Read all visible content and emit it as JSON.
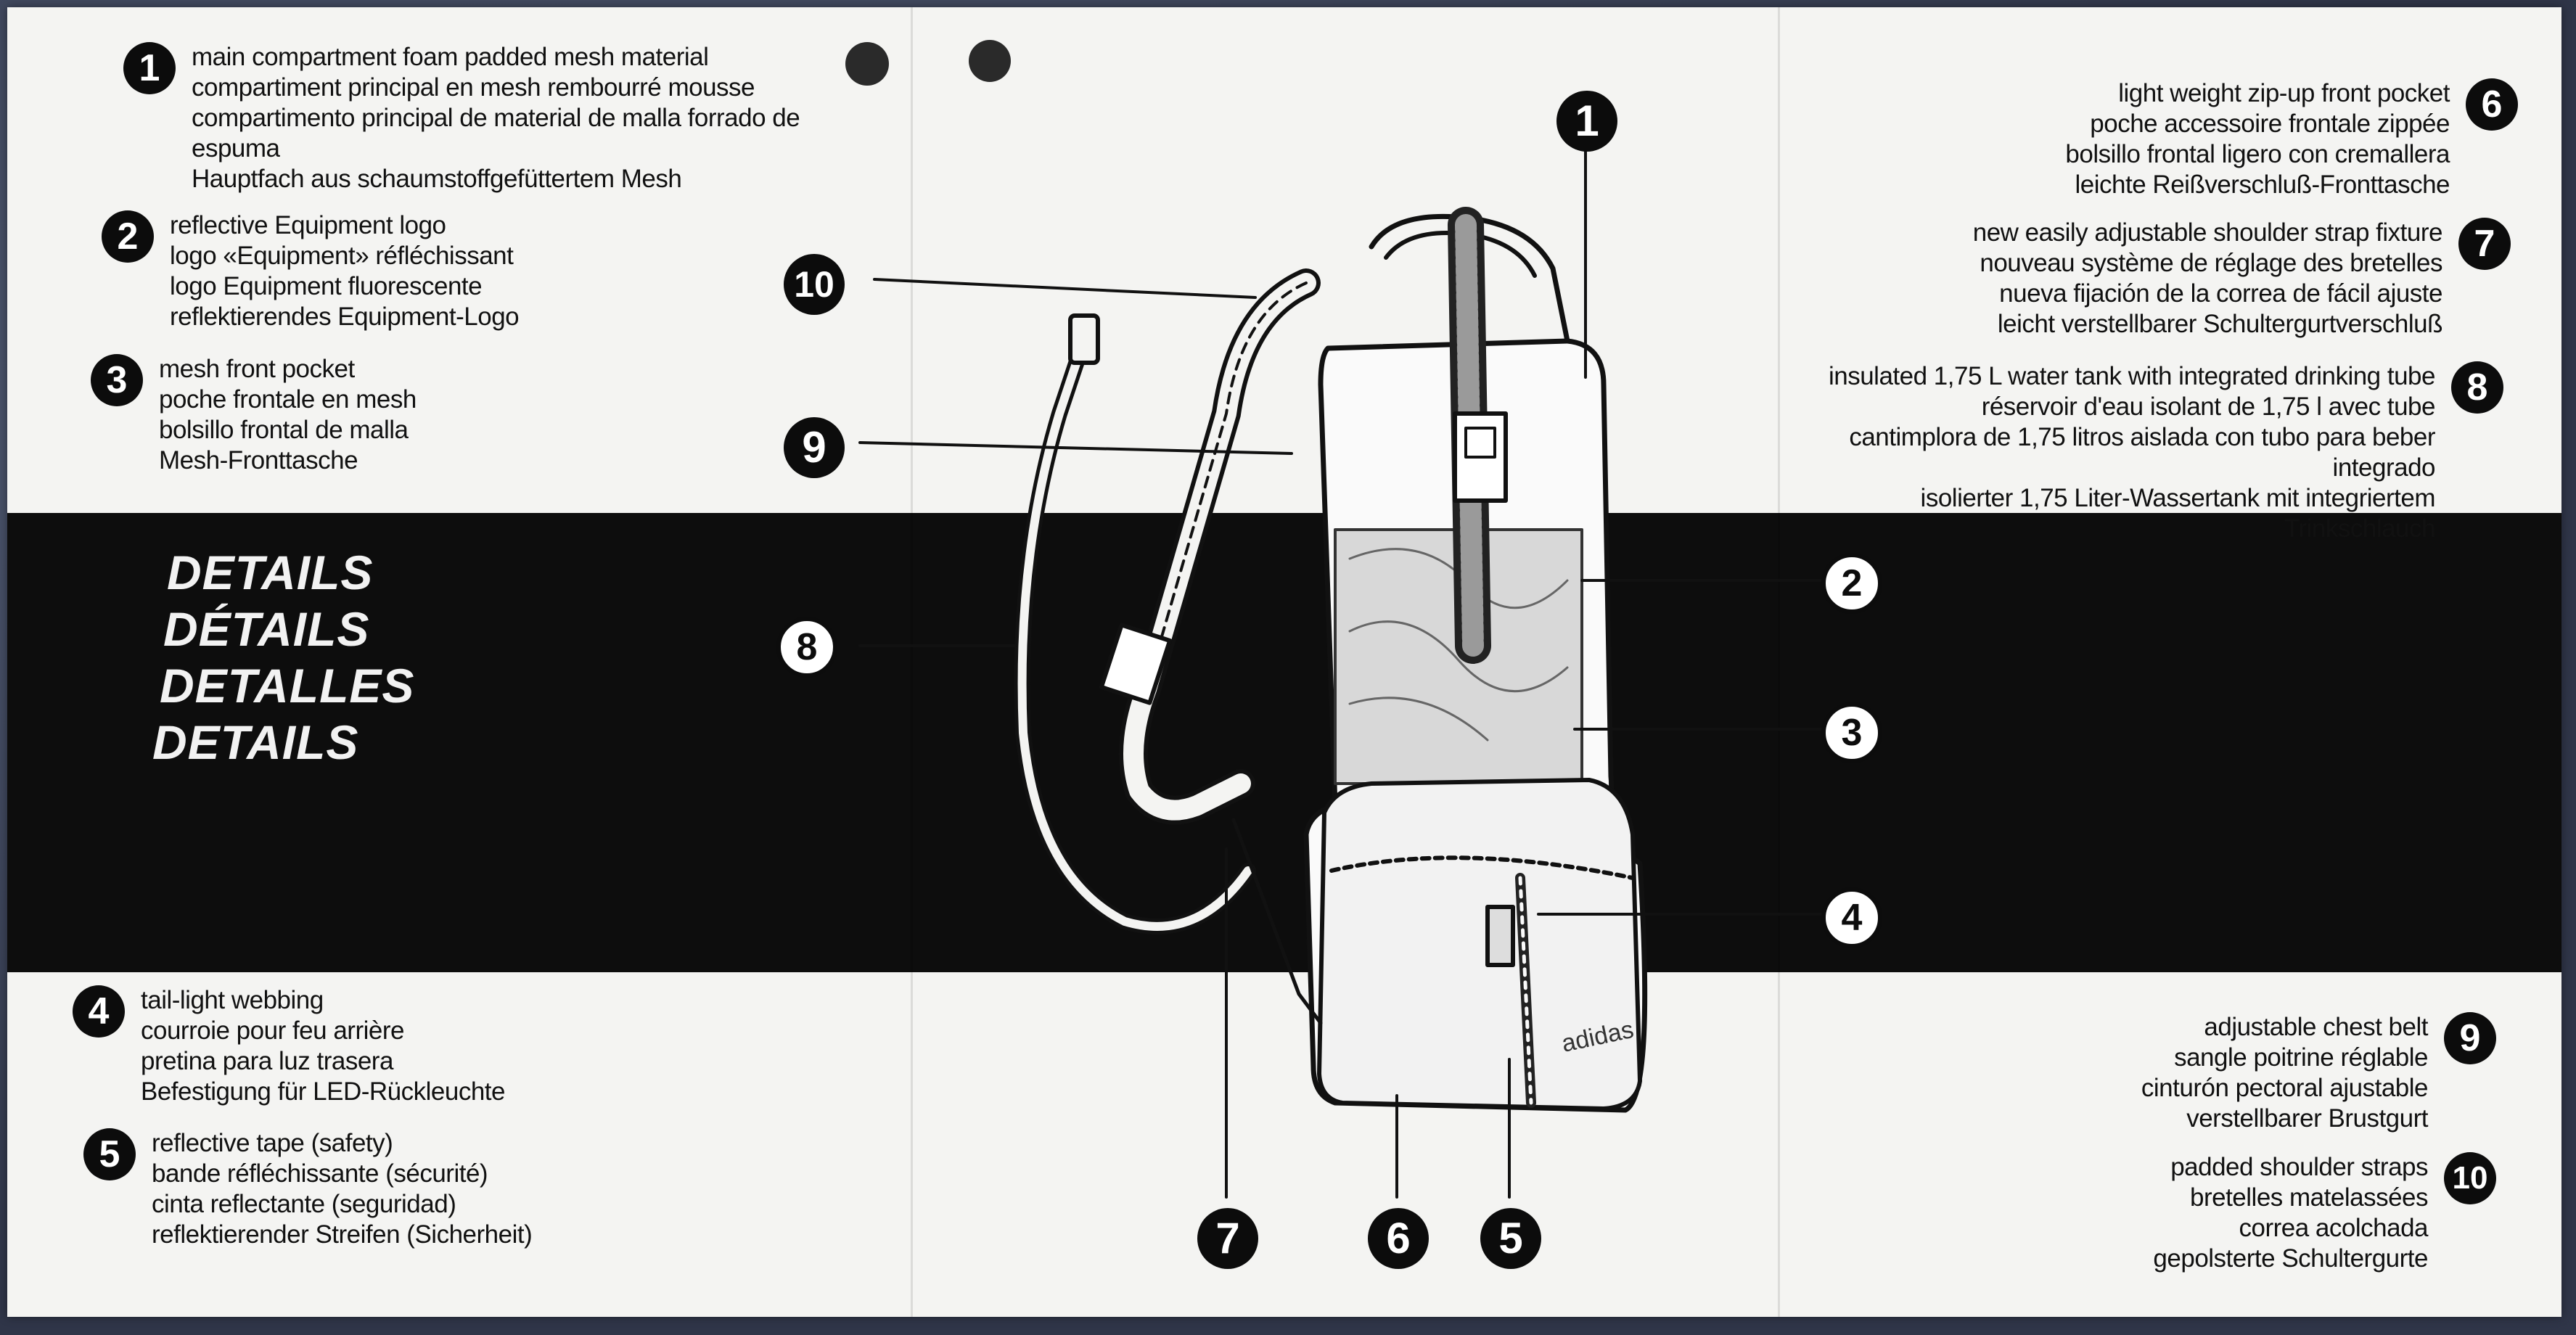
{
  "features": {
    "f1": {
      "num": "1",
      "lines": [
        "main compartment foam padded mesh material",
        "compartiment principal en mesh rembourré mousse",
        "compartimento principal de material de malla forrado de",
        "espuma",
        "Hauptfach aus schaumstoffgefüttertem Mesh"
      ]
    },
    "f2": {
      "num": "2",
      "lines": [
        "reflective Equipment logo",
        "logo «Equipment» réfléchissant",
        "logo Equipment fluorescente",
        "reflektierendes Equipment-Logo"
      ]
    },
    "f3": {
      "num": "3",
      "lines": [
        "mesh front pocket",
        "poche frontale en mesh",
        "bolsillo frontal de malla",
        "Mesh-Fronttasche"
      ]
    },
    "f4": {
      "num": "4",
      "lines": [
        "tail-light webbing",
        "courroie pour feu arrière",
        "pretina para luz trasera",
        "Befestigung für LED-Rückleuchte"
      ]
    },
    "f5": {
      "num": "5",
      "lines": [
        "reflective tape (safety)",
        "bande réfléchissante (sécurité)",
        "cinta reflectante (seguridad)",
        "reflektierender Streifen (Sicherheit)"
      ]
    },
    "f6": {
      "num": "6",
      "lines": [
        "light weight zip-up front pocket",
        "poche accessoire frontale zippée",
        "bolsillo frontal ligero con cremallera",
        "leichte Reißverschluß-Fronttasche"
      ]
    },
    "f7": {
      "num": "7",
      "lines": [
        "new easily adjustable shoulder strap fixture",
        "nouveau système de réglage des bretelles",
        "nueva fijación de la correa de fácil ajuste",
        "leicht verstellbarer Schultergurtverschluß"
      ]
    },
    "f8": {
      "num": "8",
      "lines": [
        "insulated 1,75 L water tank with integrated drinking tube",
        "réservoir d'eau isolant de 1,75 l avec tube",
        "cantimplora de 1,75 litros aislada con tubo para beber",
        "integrado",
        "isolierter 1,75 Liter-Wassertank mit integriertem",
        "Trinkschlauch"
      ]
    },
    "f9": {
      "num": "9",
      "lines": [
        "adjustable chest belt",
        "sangle poitrine réglable",
        "cinturón pectoral ajustable",
        "verstellbarer Brustgurt"
      ]
    },
    "f10": {
      "num": "10",
      "lines": [
        "padded shoulder straps",
        "bretelles matelassées",
        "correa acolchada",
        "gepolsterte Schultergurte"
      ]
    }
  },
  "details_heading": [
    "DETAILS",
    "DÉTAILS",
    "DETALLES",
    "DETAILS"
  ],
  "callouts": {
    "c1": "1",
    "c2": "2",
    "c3": "3",
    "c4": "4",
    "c5": "5",
    "c6": "6",
    "c7": "7",
    "c8": "8",
    "c9": "9",
    "c10": "10"
  },
  "brand_logo_text": "adidas",
  "colors": {
    "card": "#f4f4f2",
    "band": "#0d0d0d",
    "ink": "#111111",
    "fabric": "#3b4358"
  }
}
